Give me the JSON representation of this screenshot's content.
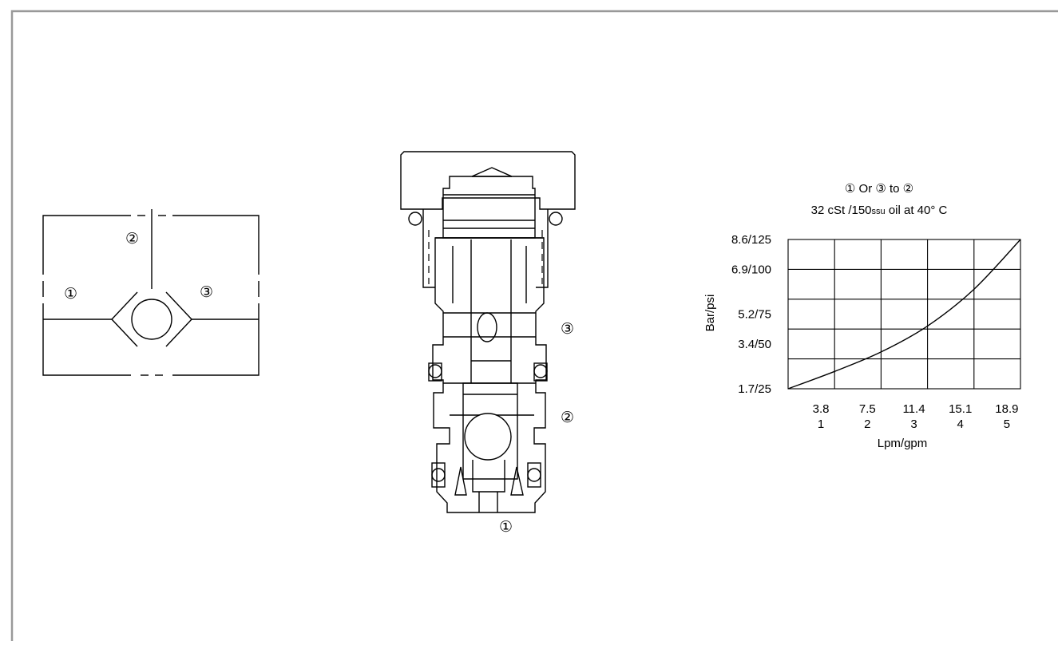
{
  "symbol": {
    "port1": "①",
    "port2": "②",
    "port3": "③"
  },
  "section": {
    "port1": "①",
    "port2": "②",
    "port3": "③"
  },
  "chart_data": {
    "type": "line",
    "title": "① Or ③ to ②",
    "subtitle_main": "32 cSt /150",
    "subtitle_unit": "ssu",
    "subtitle_tail": " oil at 40°  C",
    "ylabel": "Bar/psi",
    "xlabel": "Lpm/gpm",
    "y_ticks": [
      "1.7/25",
      "3.4/50",
      "5.2/75",
      "6.9/100",
      "8.6/125"
    ],
    "x_ticks_top": [
      "3.8",
      "7.5",
      "11.4",
      "15.1",
      "18.9"
    ],
    "x_ticks_bottom": [
      "1",
      "2",
      "3",
      "4",
      "5"
    ],
    "xlim": [
      0,
      5
    ],
    "ylim": [
      1.7,
      8.6
    ],
    "grid": true,
    "series": [
      {
        "x": [
          0,
          1,
          2,
          3,
          4,
          5
        ],
        "y": [
          1.7,
          2.5,
          3.4,
          4.6,
          6.3,
          8.6
        ]
      }
    ]
  }
}
